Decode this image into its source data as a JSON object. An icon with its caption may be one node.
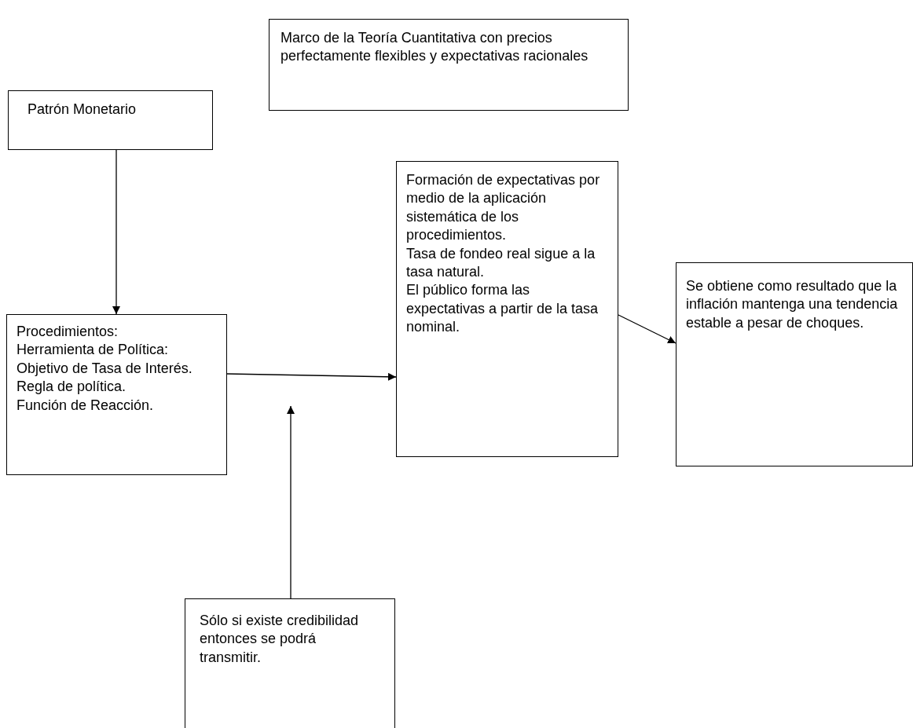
{
  "diagram": {
    "nodes": [
      {
        "text": [
          "Marco de la Teoría Cuantitativa con precios perfectamente flexibles y expectativas racionales"
        ]
      },
      {
        "text": [
          "Patrón Monetario"
        ]
      },
      {
        "text": [
          "Procedimientos:",
          "Herramienta de Política: Objetivo de Tasa de Interés.",
          "Regla de política.",
          "Función de Reacción."
        ]
      },
      {
        "text": [
          "Formación de expectativas por medio de la aplicación sistemática de los procedimientos.",
          "Tasa de fondeo real sigue a la tasa natural.",
          "El público forma las expectativas a partir de la tasa nominal."
        ]
      },
      {
        "text": [
          "Se obtiene como resultado que la inflación mantenga una tendencia estable a pesar de choques."
        ]
      },
      {
        "text": [
          "Sólo si existe credibilidad entonces se podrá transmitir."
        ]
      }
    ],
    "edges": [
      {
        "from": 1,
        "to": 2,
        "arrow": "to"
      },
      {
        "from": 2,
        "to": 3,
        "arrow": "to"
      },
      {
        "from": 3,
        "to": 4,
        "arrow": "to"
      },
      {
        "from": 5,
        "to": null,
        "arrow": "to"
      }
    ]
  }
}
